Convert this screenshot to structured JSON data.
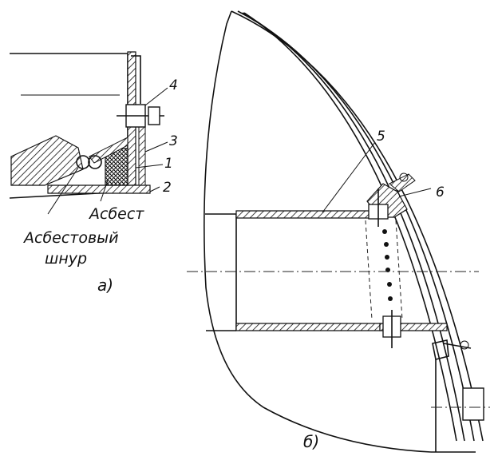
{
  "labels": {
    "part_4": "4",
    "part_3": "3",
    "part_1": "1",
    "part_2": "2",
    "part_5": "5",
    "part_6": "6",
    "asbest": "Асбест",
    "asbest_cord_line1": "Асбестовый",
    "asbest_cord_line2": "шнур",
    "sub_a": "а)",
    "sub_b": "б)"
  }
}
